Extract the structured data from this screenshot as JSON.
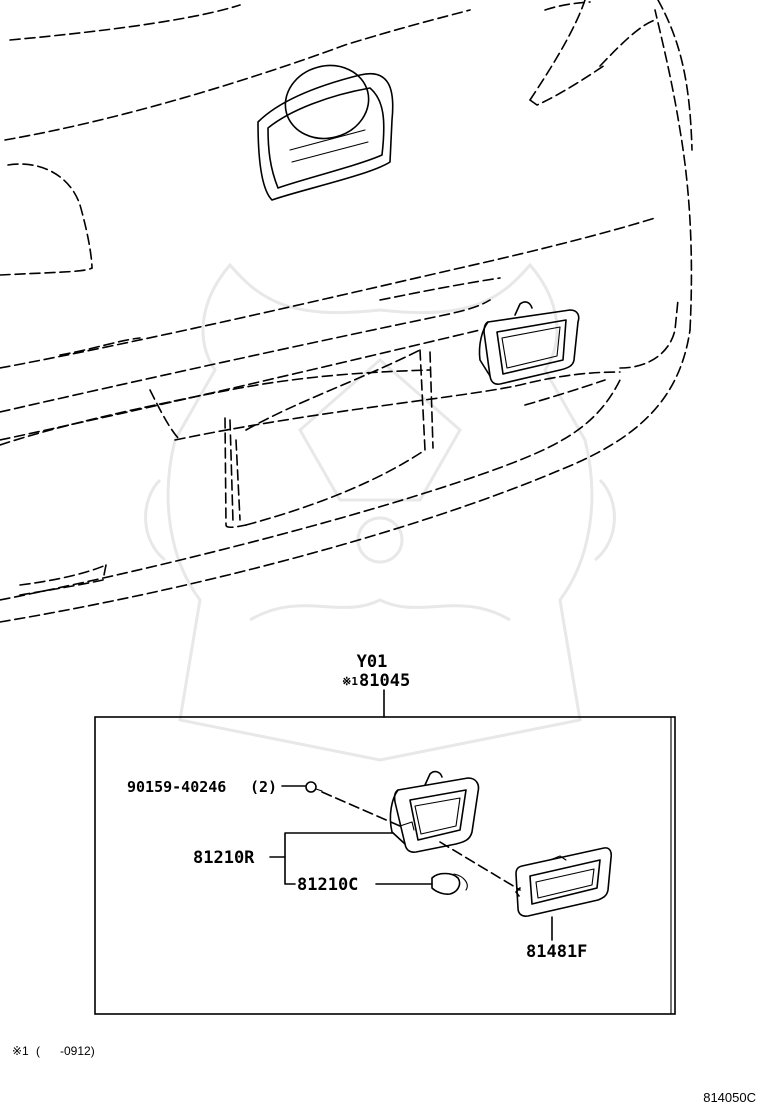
{
  "diagram": {
    "group_code": "Y01",
    "assembly_part": "81045",
    "assembly_note_mark": "※1",
    "parts": [
      {
        "id": "screw",
        "part_no": "90159-40246",
        "qty": "(2)"
      },
      {
        "id": "lamp",
        "part_no": "81210R"
      },
      {
        "id": "bulb",
        "part_no": "81210C"
      },
      {
        "id": "lens",
        "part_no": "81481F"
      }
    ],
    "footnote_mark": "※1",
    "footnote_text": "(      -0912)",
    "figure_code": "814050C"
  },
  "colors": {
    "line": "#000000",
    "watermark": "#e8e8e8"
  }
}
